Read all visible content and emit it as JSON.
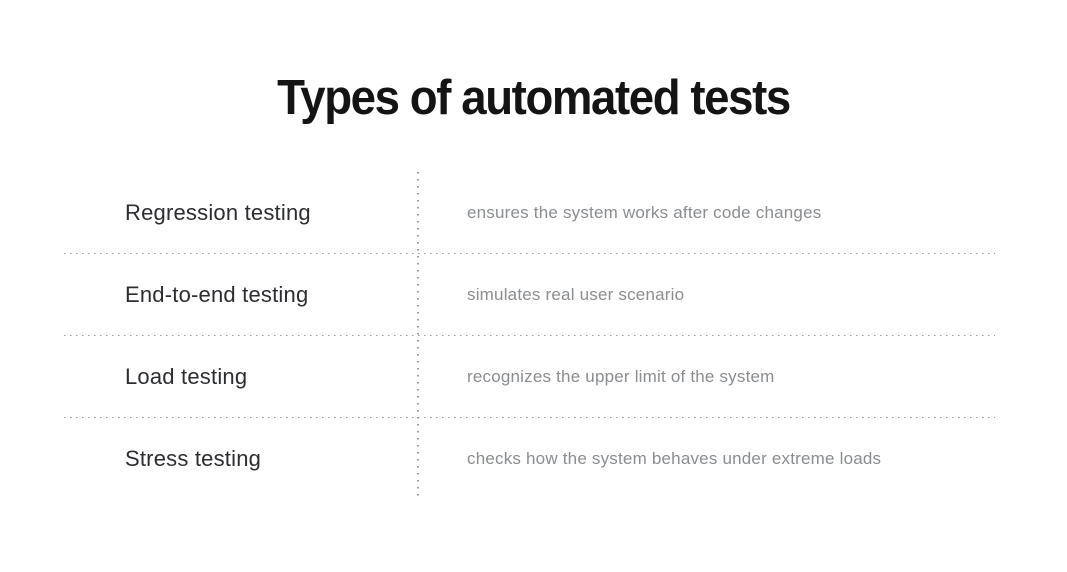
{
  "title": "Types of automated tests",
  "colors": {
    "background": "#ffffff",
    "title": "#141414",
    "term": "#2b2d30",
    "description": "#8a8d90",
    "dots": "#9a9a9a"
  },
  "table": {
    "rows": [
      {
        "term": "Regression testing",
        "description": "ensures the system works after code changes"
      },
      {
        "term": "End-to-end testing",
        "description": "simulates real user scenario"
      },
      {
        "term": "Load testing",
        "description": "recognizes the upper limit of the system"
      },
      {
        "term": "Stress testing",
        "description": "checks how the system behaves under extreme loads"
      }
    ]
  }
}
